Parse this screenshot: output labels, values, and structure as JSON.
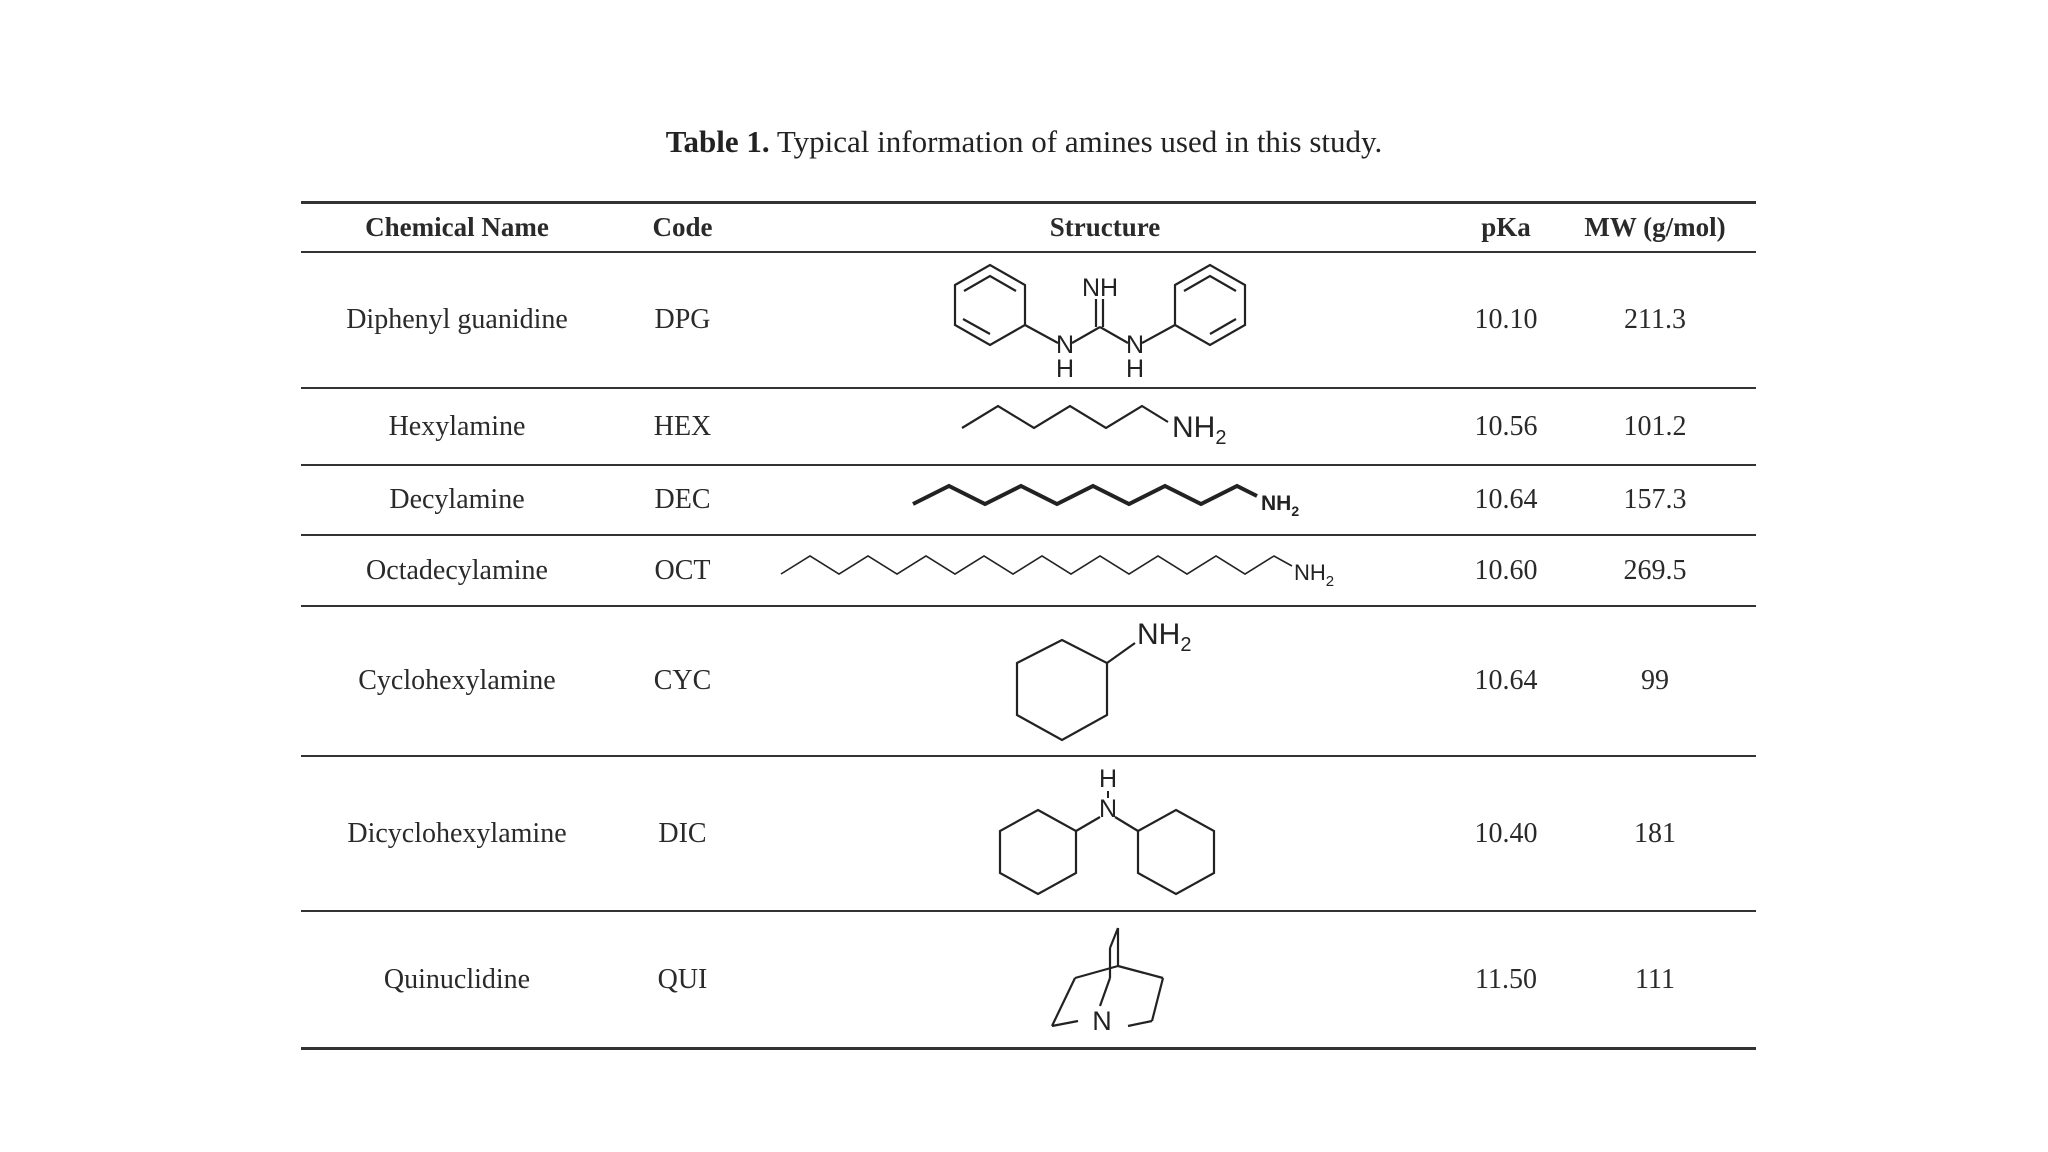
{
  "caption": {
    "label": "Table 1.",
    "text": "Typical information of amines used in this study."
  },
  "headers": {
    "name": "Chemical Name",
    "code": "Code",
    "structure": "Structure",
    "pka": "pKa",
    "mw": "MW (g/mol)"
  },
  "rows": [
    {
      "name": "Diphenyl guanidine",
      "code": "DPG",
      "pka": "10.10",
      "mw": "211.3",
      "structure_icon": "diphenylguanidine-structure"
    },
    {
      "name": "Hexylamine",
      "code": "HEX",
      "pka": "10.56",
      "mw": "101.2",
      "structure_icon": "hexylamine-structure"
    },
    {
      "name": "Decylamine",
      "code": "DEC",
      "pka": "10.64",
      "mw": "157.3",
      "structure_icon": "decylamine-structure"
    },
    {
      "name": "Octadecylamine",
      "code": "OCT",
      "pka": "10.60",
      "mw": "269.5",
      "structure_icon": "octadecylamine-structure"
    },
    {
      "name": "Cyclohexylamine",
      "code": "CYC",
      "pka": "10.64",
      "mw": "99",
      "structure_icon": "cyclohexylamine-structure"
    },
    {
      "name": "Dicyclohexylamine",
      "code": "DIC",
      "pka": "10.40",
      "mw": "181",
      "structure_icon": "dicyclohexylamine-structure"
    },
    {
      "name": "Quinuclidine",
      "code": "QUI",
      "pka": "11.50",
      "mw": "111",
      "structure_icon": "quinuclidine-structure"
    }
  ],
  "labels": {
    "nh": "NH",
    "n": "N",
    "h": "H",
    "nh2_base": "NH",
    "sub2": "2"
  }
}
